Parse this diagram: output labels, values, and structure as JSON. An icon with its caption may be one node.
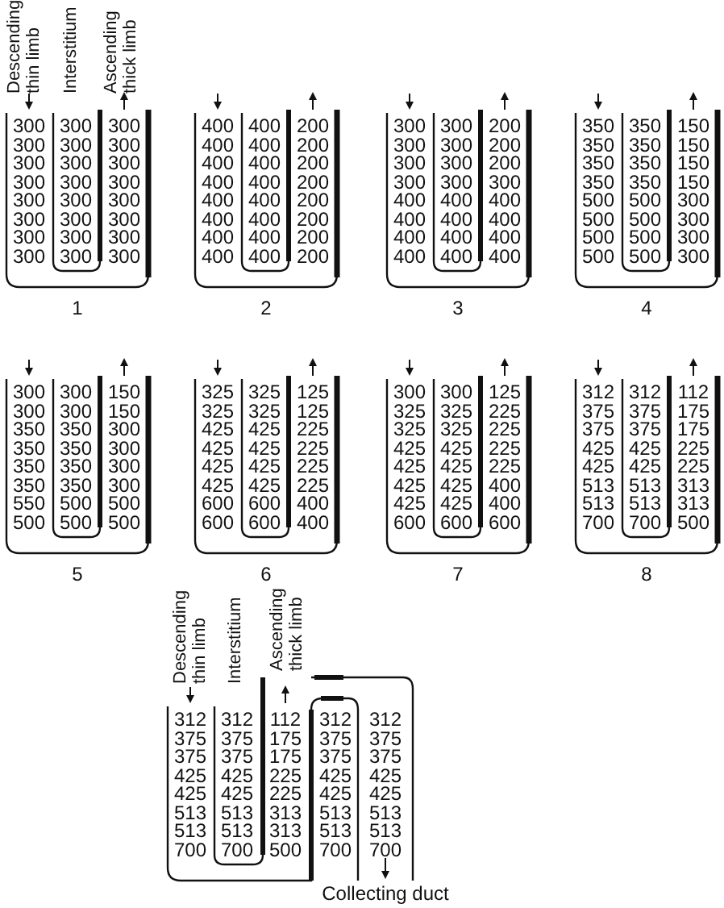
{
  "diagram": {
    "nodes": [
      {
        "text": [
          "300",
          "300",
          "300",
          "300",
          "300",
          "300",
          "300",
          "300",
          "300",
          "300",
          "300",
          "300",
          "300",
          "300",
          "300",
          "300",
          "300",
          "300",
          "300",
          "300",
          "300",
          "300",
          "300",
          "300"
        ],
        "beside": [
          "1"
        ]
      },
      {
        "text": [
          "400",
          "400",
          "200",
          "400",
          "400",
          "200",
          "400",
          "400",
          "200",
          "400",
          "400",
          "200",
          "400",
          "400",
          "200",
          "400",
          "400",
          "200",
          "400",
          "400",
          "200",
          "400",
          "400",
          "200"
        ],
        "beside": [
          "2"
        ]
      },
      {
        "text": [
          "300",
          "300",
          "200",
          "300",
          "300",
          "200",
          "300",
          "300",
          "200",
          "300",
          "300",
          "300",
          "400",
          "400",
          "400",
          "400",
          "400",
          "400",
          "400",
          "400",
          "400",
          "400",
          "400",
          "400"
        ],
        "beside": [
          "3"
        ]
      },
      {
        "text": [
          "350",
          "350",
          "150",
          "350",
          "350",
          "150",
          "350",
          "350",
          "150",
          "350",
          "350",
          "150",
          "500",
          "500",
          "300",
          "500",
          "500",
          "300",
          "500",
          "500",
          "300",
          "500",
          "500",
          "300"
        ],
        "beside": [
          "4"
        ]
      },
      {
        "text": [
          "300",
          "300",
          "150",
          "300",
          "300",
          "150",
          "350",
          "350",
          "300",
          "350",
          "350",
          "300",
          "350",
          "350",
          "300",
          "350",
          "350",
          "300",
          "550",
          "500",
          "500",
          "500",
          "500",
          "500"
        ],
        "beside": [
          "5"
        ]
      },
      {
        "text": [
          "325",
          "325",
          "125",
          "325",
          "325",
          "125",
          "425",
          "425",
          "225",
          "425",
          "425",
          "225",
          "425",
          "425",
          "225",
          "425",
          "425",
          "225",
          "600",
          "600",
          "400",
          "600",
          "600",
          "400"
        ],
        "beside": [
          "6"
        ]
      },
      {
        "text": [
          "300",
          "300",
          "125",
          "325",
          "325",
          "225",
          "325",
          "325",
          "225",
          "425",
          "425",
          "225",
          "425",
          "425",
          "225",
          "425",
          "425",
          "400",
          "425",
          "425",
          "400",
          "600",
          "600",
          "600"
        ],
        "beside": [
          "7"
        ]
      },
      {
        "text": [
          "312",
          "312",
          "112",
          "375",
          "375",
          "175",
          "375",
          "375",
          "175",
          "425",
          "425",
          "225",
          "425",
          "425",
          "225",
          "513",
          "513",
          "313",
          "513",
          "513",
          "313",
          "700",
          "700",
          "500"
        ],
        "beside": [
          "8"
        ]
      },
      {
        "text": [
          "312",
          "312",
          "112",
          "312",
          "312",
          "375",
          "375",
          "175",
          "375",
          "375",
          "375",
          "375",
          "175",
          "375",
          "375",
          "425",
          "425",
          "225",
          "425",
          "425",
          "425",
          "425",
          "225",
          "425",
          "425",
          "513",
          "513",
          "313",
          "513",
          "513",
          "513",
          "513",
          "313",
          "513",
          "513",
          "700",
          "700",
          "500",
          "700",
          "700"
        ]
      }
    ],
    "labels": [
      "Descending thin limb",
      "Interstitium",
      "Ascending thick limb",
      "Descending thin limb",
      "Interstitium",
      "Ascending thick limb",
      "Collecting duct"
    ]
  }
}
